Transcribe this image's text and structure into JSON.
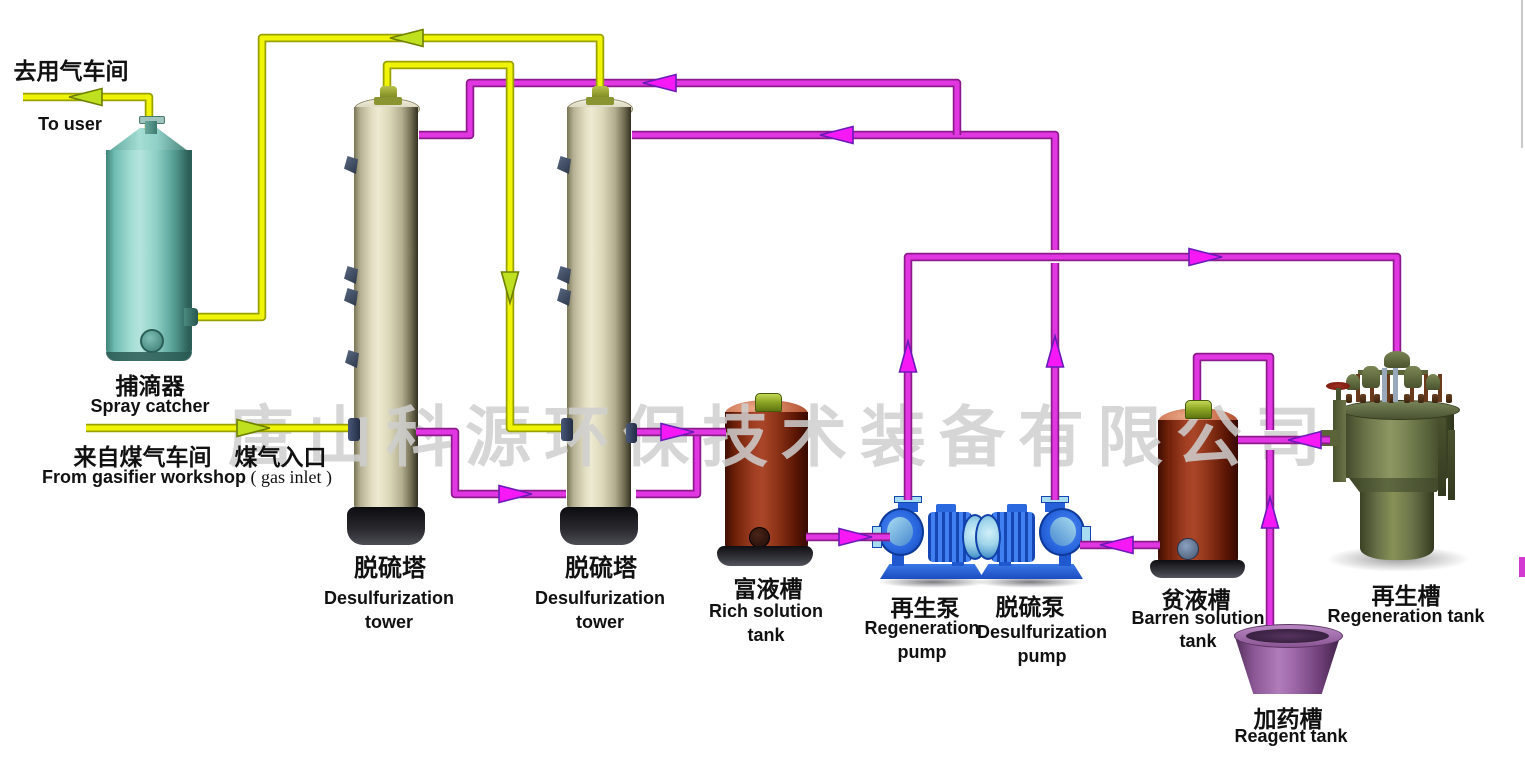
{
  "watermark": "唐山科源环保技术装备有限公司",
  "colors": {
    "gas_pipe": "#f0f407",
    "gas_pipe_edge": "#99a100",
    "gas_arrow": "#bfe01e",
    "liquid_pipe": "#e136e1",
    "liquid_pipe_edge": "#8d1a8d",
    "liquid_arrow": "#f619f6",
    "watermark_grey": "#cfcfcf"
  },
  "labels": {
    "to_user_zh": "去用气车间",
    "to_user_en": "To user",
    "spray_catcher_zh": "捕滴器",
    "spray_catcher_en": "Spray catcher",
    "gas_inlet_zh": "来自煤气车间　煤气入口",
    "gas_inlet_en_main": "From gasifier workshop",
    "gas_inlet_en_paren": "( gas inlet )",
    "tower1_zh": "脱硫塔",
    "tower1_en_line1": "Desulfurization",
    "tower1_en_line2": "tower",
    "tower2_zh": "脱硫塔",
    "tower2_en_line1": "Desulfurization",
    "tower2_en_line2": "tower",
    "rich_tank_zh": "富液槽",
    "rich_tank_en_line1": "Rich solution",
    "rich_tank_en_line2": "tank",
    "regen_pump_zh": "再生泵",
    "regen_pump_en_line1": "Regeneration",
    "regen_pump_en_line2": "pump",
    "desulf_pump_zh": "脱硫泵",
    "desulf_pump_en_line1": "Desulfurization",
    "desulf_pump_en_line2": "pump",
    "barren_tank_zh": "贫液槽",
    "barren_tank_en_line1": "Barren solution",
    "barren_tank_en_line2": "tank",
    "regen_tank_zh": "再生槽",
    "regen_tank_en": "Regeneration tank",
    "reagent_tank_zh": "加药槽",
    "reagent_tank_en": "Reagent tank"
  }
}
